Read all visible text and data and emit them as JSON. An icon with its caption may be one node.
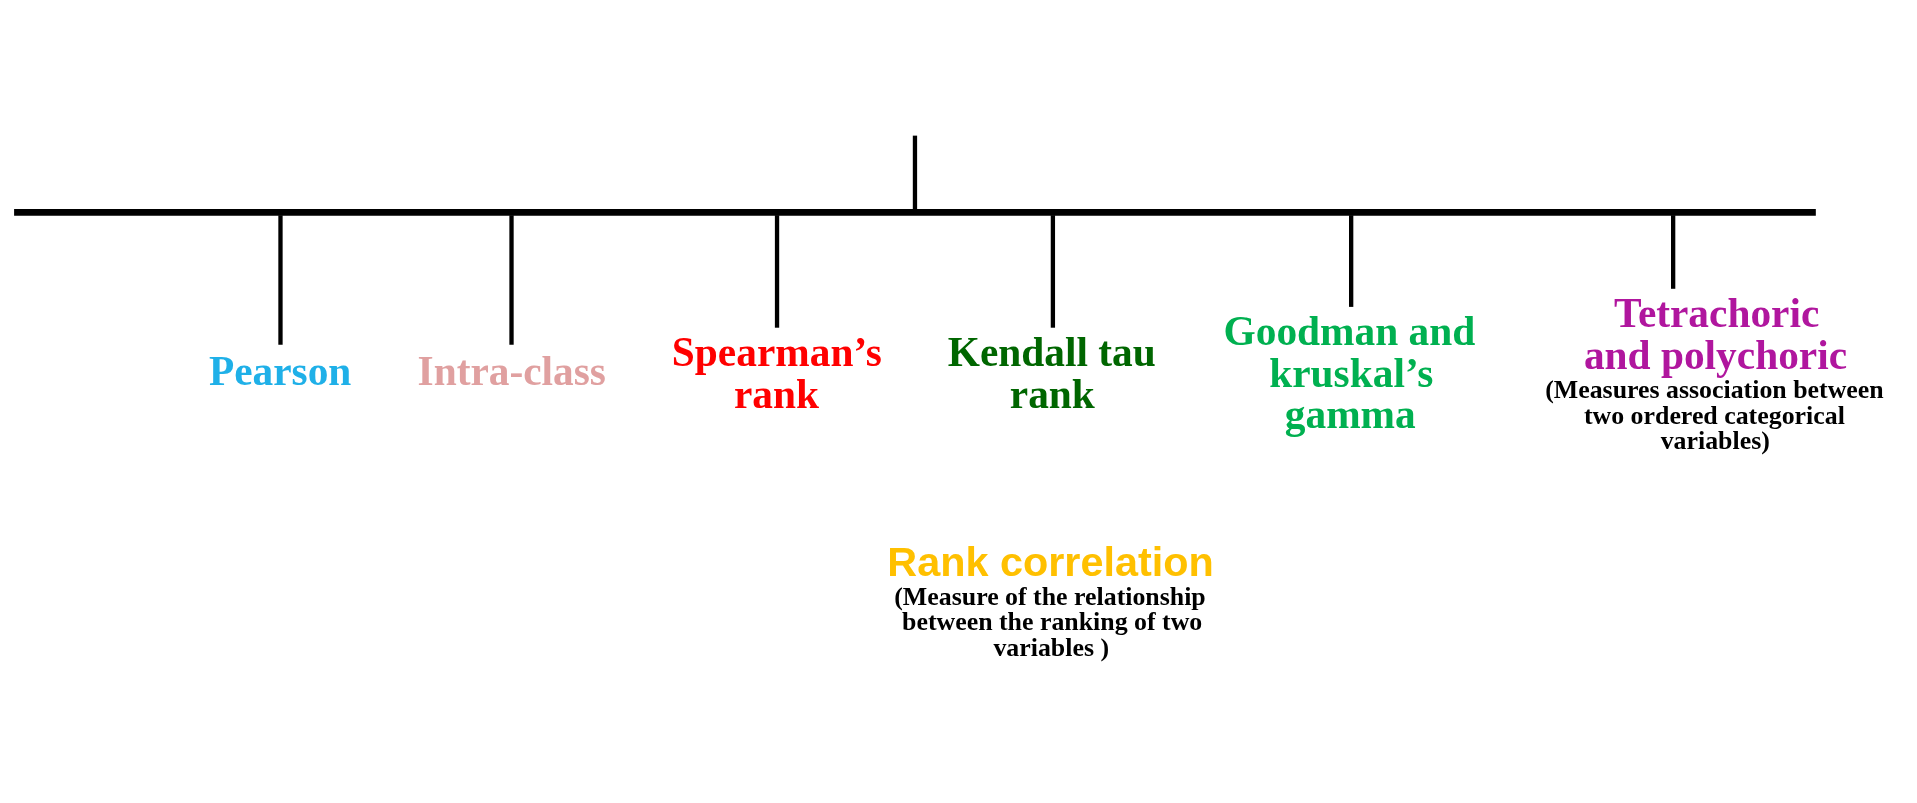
{
  "diagram": {
    "nodes": [
      {
        "text": [],
        "shape": "bar"
      },
      {
        "text": [
          "Pearson"
        ]
      },
      {
        "text": [
          "Intra-class"
        ]
      },
      {
        "text": [
          "Spearman’s rank"
        ]
      },
      {
        "text": [
          "Kendall tau rank"
        ]
      },
      {
        "text": [
          "Goodman and kruskal’s gamma"
        ]
      },
      {
        "text": [
          "Tetrachoric and polychoric",
          "(Measures association between two ordered categorical variables)"
        ]
      },
      {
        "text": [
          "Rank correlation",
          "(Measure of the relationship between the ranking of two variables )"
        ]
      }
    ],
    "edges": [
      {
        "from": null,
        "to": 0,
        "arrow": "none"
      },
      {
        "from": 0,
        "to": 1,
        "arrow": "none"
      },
      {
        "from": 0,
        "to": 2,
        "arrow": "none"
      },
      {
        "from": 0,
        "to": 3,
        "arrow": "none"
      },
      {
        "from": 0,
        "to": 4,
        "arrow": "none"
      },
      {
        "from": 0,
        "to": 5,
        "arrow": "none"
      },
      {
        "from": 0,
        "to": 6,
        "arrow": "none"
      }
    ]
  }
}
